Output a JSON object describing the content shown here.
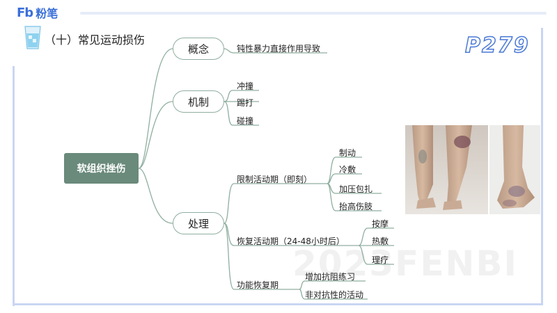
{
  "header": {
    "logo_text": "Fb",
    "brand_name": "粉笔",
    "section_title": "（十）常见运动损伤",
    "page_ref": "P279"
  },
  "watermark": "2023FENBI",
  "mindmap": {
    "root": "软组织挫伤",
    "branches": [
      {
        "label": "概念",
        "items": [
          "钝性暴力直接作用导致"
        ]
      },
      {
        "label": "机制",
        "items": [
          "冲撞",
          "踢打",
          "碰撞"
        ]
      },
      {
        "label": "处理",
        "subbranches": [
          {
            "label": "限制活动期（即刻）",
            "items": [
              "制动",
              "冷敷",
              "加压包扎",
              "抬高伤肢"
            ]
          },
          {
            "label": "恢复活动期（24-48小时后）",
            "items": [
              "按摩",
              "热敷",
              "理疗"
            ]
          },
          {
            "label": "功能恢复期",
            "items": [
              "增加抗阻练习",
              "非对抗性的活动"
            ]
          }
        ]
      }
    ]
  },
  "colors": {
    "accent_blue": "#3a6fd8",
    "node_green": "#6a8a7b",
    "line_green": "#8fae9f"
  }
}
